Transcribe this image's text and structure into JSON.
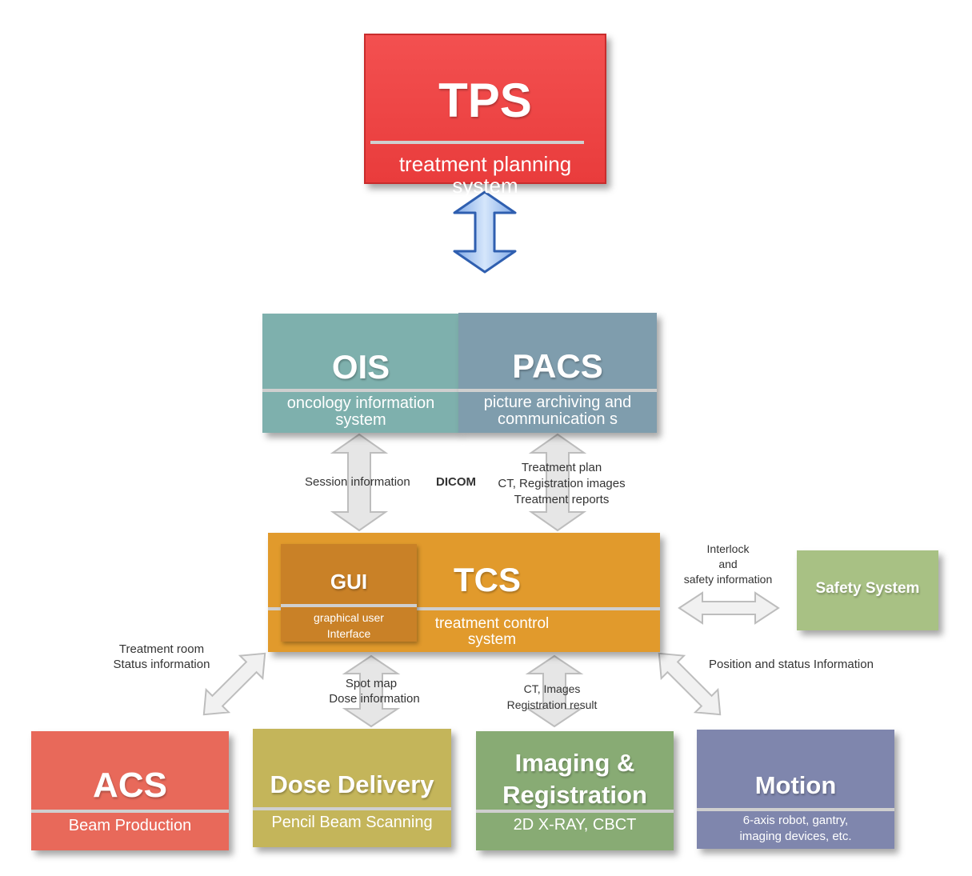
{
  "tps": {
    "title": "TPS",
    "subtitle": "treatment planning system"
  },
  "ois": {
    "title": "OIS",
    "subtitle": "oncology information system"
  },
  "pacs": {
    "title": "PACS",
    "subtitle": "picture archiving and communication s"
  },
  "tcs": {
    "title": "TCS",
    "subtitle": "treatment control system"
  },
  "gui": {
    "title": "GUI",
    "subtitle": "graphical user Interface"
  },
  "safety": {
    "title": "Safety System"
  },
  "acs": {
    "title": "ACS",
    "subtitle": "Beam Production"
  },
  "dose": {
    "title": "Dose Delivery",
    "subtitle": "Pencil Beam Scanning"
  },
  "imaging": {
    "title": "Imaging & Registration",
    "subtitle": "2D X-RAY, CBCT"
  },
  "motion": {
    "title": "Motion",
    "subtitle": "6-axis robot, gantry, imaging devices, etc."
  },
  "labels": {
    "session": "Session information",
    "dicom": "DICOM",
    "pacs_line1": "Treatment plan",
    "pacs_line2": "CT, Registration images",
    "pacs_line3": "Treatment reports",
    "interlock_line1": "Interlock",
    "interlock_line2": "and",
    "interlock_line3": "safety information",
    "room_line1": "Treatment room",
    "room_line2": "Status information",
    "position": "Position and status Information",
    "spot_line1": "Spot map",
    "spot_line2": "Dose information",
    "ct_line1": "CT, Images",
    "ct_line2": "Registration result"
  },
  "colors": {
    "tps": "#ef4a4a",
    "ois": "#7eb0ad",
    "pacs": "#7f9dad",
    "tcs": "#e19a2c",
    "gui": "#c98127",
    "safety": "#a8c184",
    "acs": "#e8695a",
    "dose": "#c4b55a",
    "imaging": "#88ab74",
    "motion": "#7f86ad",
    "arrow_fill": "#e6e6e6",
    "arrow_stroke": "#bdbdbd",
    "tps_arrow": "#a9c8f0",
    "tps_arrow_stroke": "#2f5fb0"
  },
  "icons": [
    "double-arrow-icon"
  ]
}
